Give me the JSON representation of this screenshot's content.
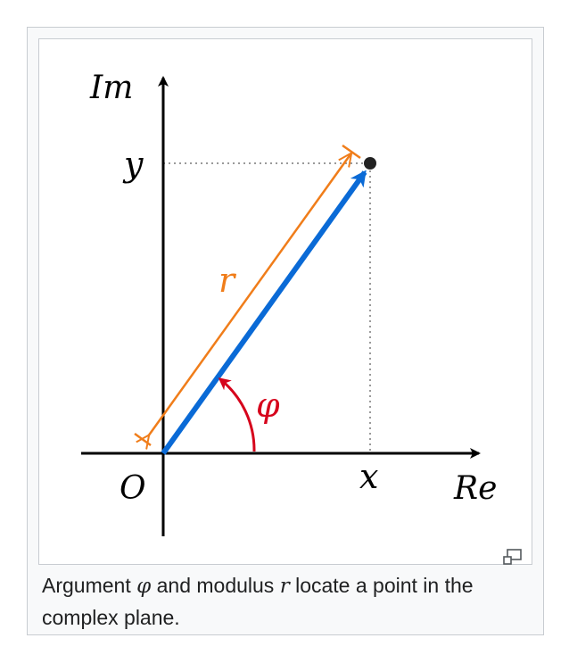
{
  "figure": {
    "labels": {
      "imaginary_axis": "Im",
      "real_axis": "Re",
      "origin": "O",
      "y_coord": "y",
      "x_coord": "x",
      "modulus": "r",
      "argument": "φ"
    },
    "colors": {
      "axes": "#000000",
      "vector": "#0a6ad6",
      "modulus": "#f07d1a",
      "argument": "#d6041c",
      "guide": "#9a9a9a",
      "point": "#222222"
    }
  },
  "caption": {
    "text_1": "Argument ",
    "phi": "φ",
    "text_2": " and modulus ",
    "r": "r",
    "text_3": " locate a point in the complex plane."
  },
  "magnify_icon": "magnify-clip-icon"
}
